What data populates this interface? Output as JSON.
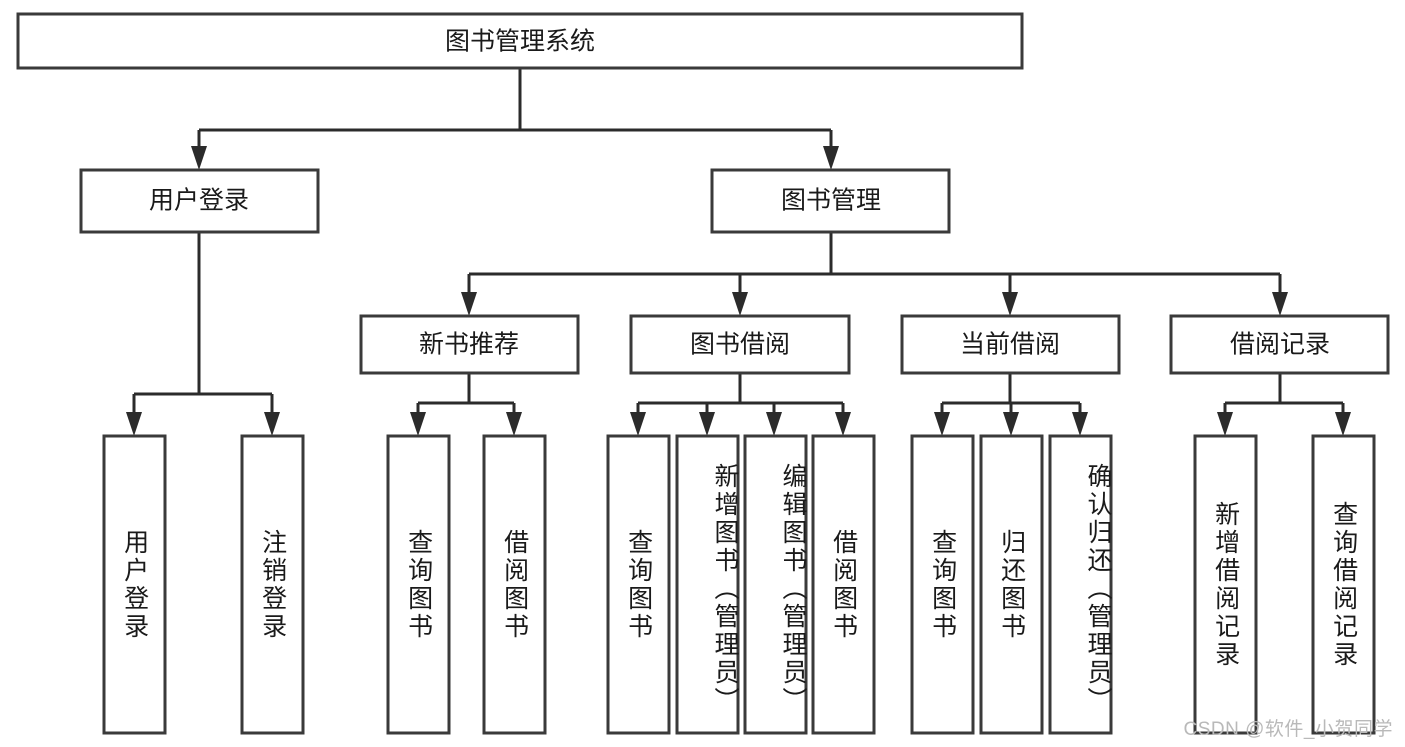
{
  "diagram": {
    "title": "图书管理系统",
    "type": "tree-hierarchy-chart",
    "watermark": "CSDN @软件_小贺同学",
    "levels": {
      "root": {
        "label": "图书管理系统"
      },
      "level2": [
        {
          "label": "用户登录"
        },
        {
          "label": "图书管理"
        }
      ],
      "level3": [
        {
          "label": "新书推荐"
        },
        {
          "label": "图书借阅"
        },
        {
          "label": "当前借阅"
        },
        {
          "label": "借阅记录"
        }
      ],
      "leaves": {
        "user_login": [
          {
            "label": "用户登录"
          },
          {
            "label": "注销登录"
          }
        ],
        "new_book_recommend": [
          {
            "label": "查询图书"
          },
          {
            "label": "借阅图书"
          }
        ],
        "book_borrow": [
          {
            "label": "查询图书"
          },
          {
            "label": "新增图书（管理员）"
          },
          {
            "label": "编辑图书（管理员）"
          },
          {
            "label": "借阅图书"
          }
        ],
        "current_borrow": [
          {
            "label": "查询图书"
          },
          {
            "label": "归还图书"
          },
          {
            "label": "确认归还（管理员）"
          }
        ],
        "borrow_record": [
          {
            "label": "新增借阅记录"
          },
          {
            "label": "查询借阅记录"
          }
        ]
      }
    },
    "colors": {
      "box_stroke": "#3a3a3a",
      "box_fill": "#ffffff",
      "connector": "#2b2b2b",
      "text": "#1a1a1a",
      "watermark": "#b9b9b9",
      "background": "#ffffff"
    }
  }
}
